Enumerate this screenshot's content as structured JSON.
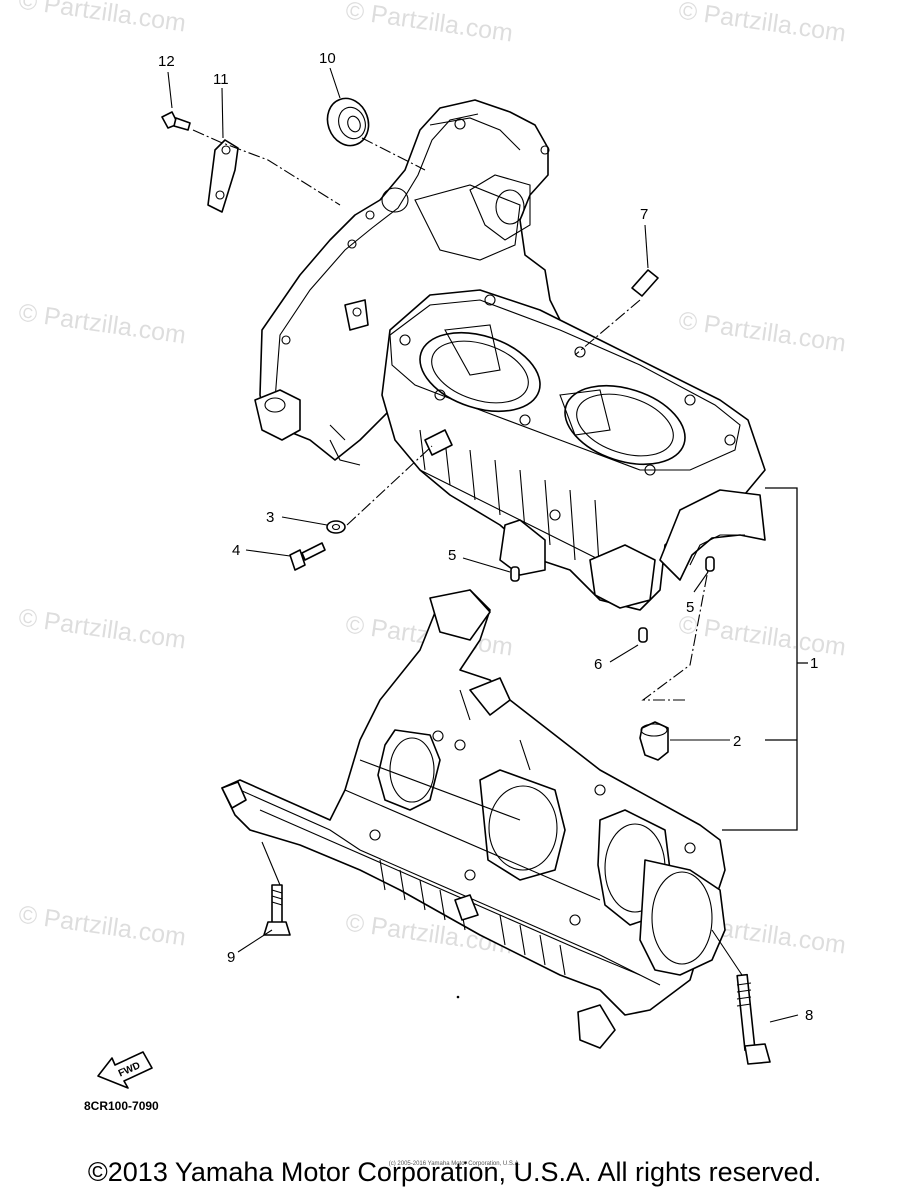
{
  "watermark": "© Partzilla.com",
  "callouts": {
    "1": "1",
    "2": "2",
    "3": "3",
    "4": "4",
    "5": "5",
    "6": "6",
    "7": "7",
    "8": "8",
    "9": "9",
    "10": "10",
    "11": "11",
    "12": "12"
  },
  "fwd_label": "FWD",
  "diagram_code": "8CR100-7090",
  "small_copyright": "(c) 2005-2016 Yamaha Motor Corporation, U.S.A.",
  "copyright": "©2013 Yamaha Motor Corporation, U.S.A. All rights reserved."
}
